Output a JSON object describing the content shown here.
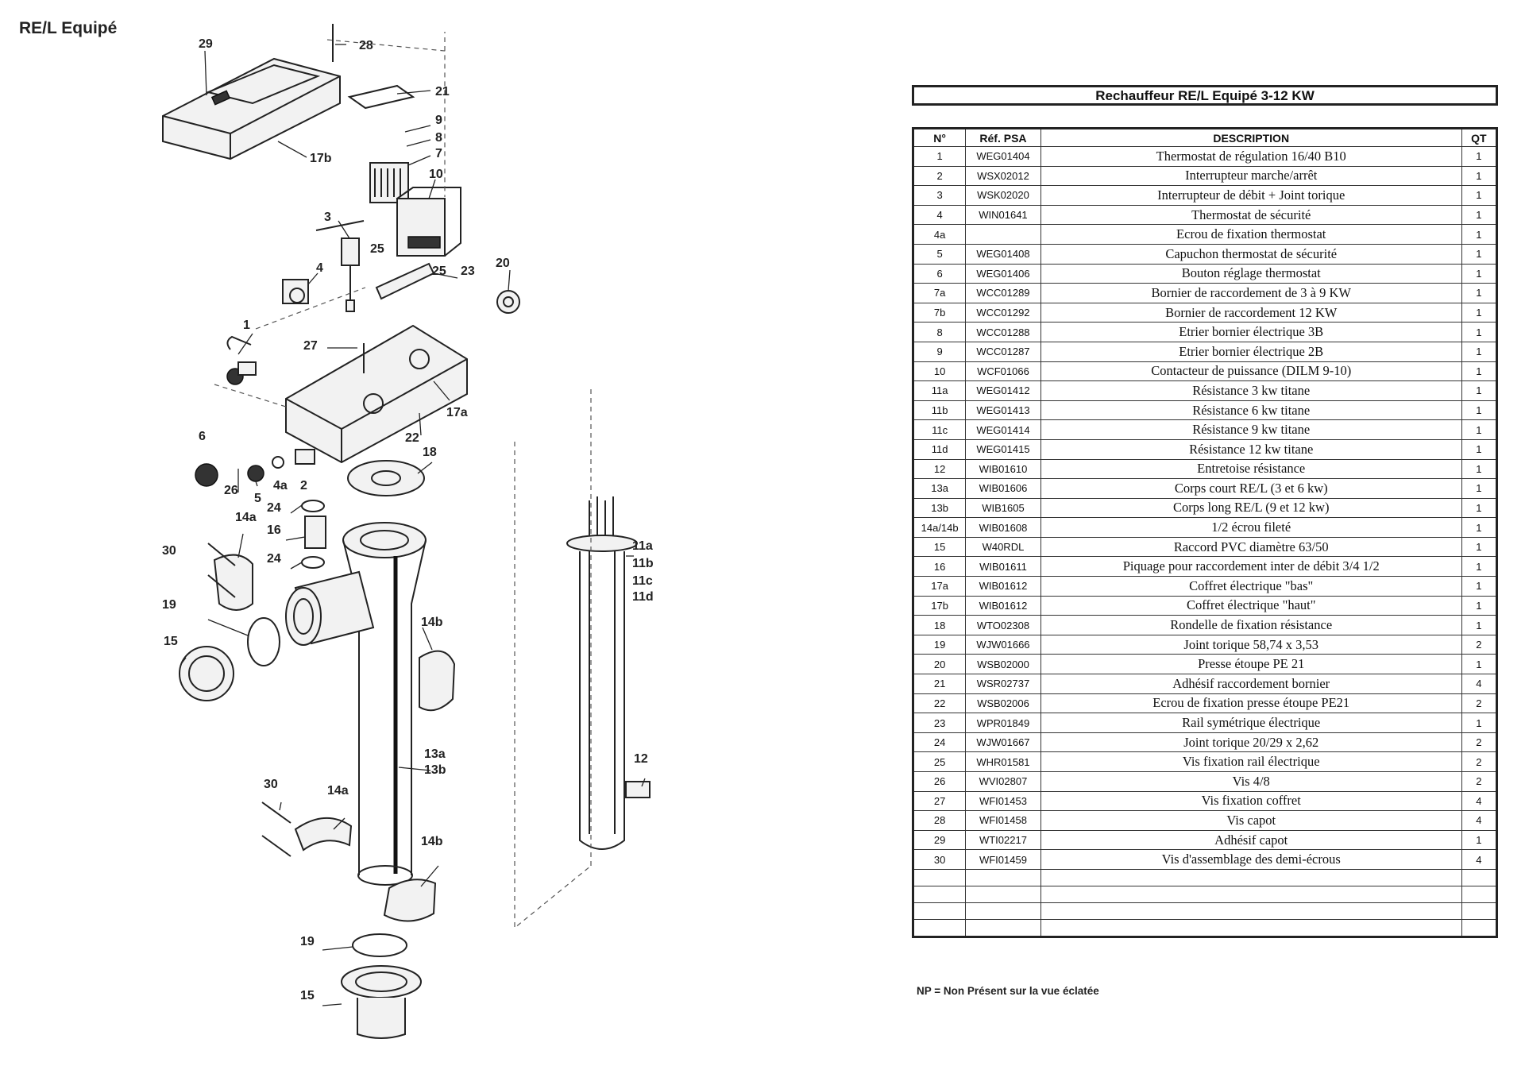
{
  "page_title": "RE/L Equipé",
  "table_title": "Rechauffeur RE/L Equipé 3-12 KW",
  "table_headers": {
    "num": "N°",
    "ref": "Réf. PSA",
    "desc": "DESCRIPTION",
    "qty": "QT"
  },
  "parts": [
    {
      "num": "1",
      "ref": "WEG01404",
      "desc": "Thermostat de régulation 16/40 B10",
      "qty": "1"
    },
    {
      "num": "2",
      "ref": "WSX02012",
      "desc": "Interrupteur marche/arrêt",
      "qty": "1"
    },
    {
      "num": "3",
      "ref": "WSK02020",
      "desc": "Interrupteur de débit + Joint torique",
      "qty": "1"
    },
    {
      "num": "4",
      "ref": "WIN01641",
      "desc": "Thermostat de sécurité",
      "qty": "1"
    },
    {
      "num": "4a",
      "ref": "",
      "desc": "Ecrou de fixation thermostat",
      "qty": "1"
    },
    {
      "num": "5",
      "ref": "WEG01408",
      "desc": "Capuchon thermostat de sécurité",
      "qty": "1"
    },
    {
      "num": "6",
      "ref": "WEG01406",
      "desc": "Bouton réglage thermostat",
      "qty": "1"
    },
    {
      "num": "7a",
      "ref": "WCC01289",
      "desc": "Bornier de raccordement de 3 à 9 KW",
      "qty": "1"
    },
    {
      "num": "7b",
      "ref": "WCC01292",
      "desc": "Bornier de raccordement 12 KW",
      "qty": "1"
    },
    {
      "num": "8",
      "ref": "WCC01288",
      "desc": "Etrier bornier électrique 3B",
      "qty": "1"
    },
    {
      "num": "9",
      "ref": "WCC01287",
      "desc": "Etrier bornier électrique 2B",
      "qty": "1"
    },
    {
      "num": "10",
      "ref": "WCF01066",
      "desc": "Contacteur de puissance (DILM 9-10)",
      "qty": "1"
    },
    {
      "num": "11a",
      "ref": "WEG01412",
      "desc": "Résistance 3 kw titane",
      "qty": "1"
    },
    {
      "num": "11b",
      "ref": "WEG01413",
      "desc": "Résistance 6 kw titane",
      "qty": "1"
    },
    {
      "num": "11c",
      "ref": "WEG01414",
      "desc": "Résistance 9 kw titane",
      "qty": "1"
    },
    {
      "num": "11d",
      "ref": "WEG01415",
      "desc": "Résistance 12 kw titane",
      "qty": "1"
    },
    {
      "num": "12",
      "ref": "WIB01610",
      "desc": "Entretoise résistance",
      "qty": "1"
    },
    {
      "num": "13a",
      "ref": "WIB01606",
      "desc": "Corps court RE/L (3 et 6 kw)",
      "qty": "1"
    },
    {
      "num": "13b",
      "ref": "WIB1605",
      "desc": "Corps long RE/L (9 et 12 kw)",
      "qty": "1"
    },
    {
      "num": "14a/14b",
      "ref": "WIB01608",
      "desc": "1/2 écrou fileté",
      "qty": "1"
    },
    {
      "num": "15",
      "ref": "W40RDL",
      "desc": "Raccord PVC diamètre 63/50",
      "qty": "1"
    },
    {
      "num": "16",
      "ref": "WIB01611",
      "desc": "Piquage pour raccordement inter de débit 3/4 1/2",
      "qty": "1"
    },
    {
      "num": "17a",
      "ref": "WIB01612",
      "desc": "Coffret électrique \"bas\"",
      "qty": "1"
    },
    {
      "num": "17b",
      "ref": "WIB01612",
      "desc": "Coffret électrique \"haut\"",
      "qty": "1"
    },
    {
      "num": "18",
      "ref": "WTO02308",
      "desc": "Rondelle de fixation résistance",
      "qty": "1"
    },
    {
      "num": "19",
      "ref": "WJW01666",
      "desc": "Joint torique 58,74 x 3,53",
      "qty": "2"
    },
    {
      "num": "20",
      "ref": "WSB02000",
      "desc": "Presse étoupe PE 21",
      "qty": "1"
    },
    {
      "num": "21",
      "ref": "WSR02737",
      "desc": "Adhésif raccordement bornier",
      "qty": "4"
    },
    {
      "num": "22",
      "ref": "WSB02006",
      "desc": "Ecrou de fixation presse étoupe PE21",
      "qty": "2"
    },
    {
      "num": "23",
      "ref": "WPR01849",
      "desc": "Rail symétrique électrique",
      "qty": "1"
    },
    {
      "num": "24",
      "ref": "WJW01667",
      "desc": "Joint torique 20/29 x 2,62",
      "qty": "2"
    },
    {
      "num": "25",
      "ref": "WHR01581",
      "desc": "Vis fixation rail électrique",
      "qty": "2"
    },
    {
      "num": "26",
      "ref": "WVI02807",
      "desc": "Vis 4/8",
      "qty": "2"
    },
    {
      "num": "27",
      "ref": "WFI01453",
      "desc": "Vis fixation coffret",
      "qty": "4"
    },
    {
      "num": "28",
      "ref": "WFI01458",
      "desc": "Vis capot",
      "qty": "4"
    },
    {
      "num": "29",
      "ref": "WTI02217",
      "desc": "Adhésif capot",
      "qty": "1"
    },
    {
      "num": "30",
      "ref": "WFI01459",
      "desc": "Vis d'assemblage des demi-écrous",
      "qty": "4"
    }
  ],
  "empty_row_count": 4,
  "footnote": "NP = Non Présent sur la vue éclatée",
  "callouts": {
    "c29": "29",
    "c28": "28",
    "c21": "21",
    "c9": "9",
    "c8": "8",
    "c7": "7",
    "c17b": "17b",
    "c10": "10",
    "c3": "3",
    "c25a": "25",
    "c25b": "25",
    "c23": "23",
    "c20": "20",
    "c4": "4",
    "c1": "1",
    "c27": "27",
    "c17a": "17a",
    "c22": "22",
    "c6": "6",
    "c18": "18",
    "c26": "26",
    "c5": "5",
    "c4a": "4a",
    "c2": "2",
    "c24a": "24",
    "c14a1": "14a",
    "c16": "16",
    "c30a": "30",
    "c24b": "24",
    "c11a": "11a",
    "c11b": "11b",
    "c11c": "11c",
    "c11d": "11d",
    "c19a": "19",
    "c14b1": "14b",
    "c15a": "15",
    "c13a": "13a",
    "c13b": "13b",
    "c12": "12",
    "c30b": "30",
    "c14a2": "14a",
    "c14b2": "14b",
    "c19b": "19",
    "c15b": "15"
  }
}
